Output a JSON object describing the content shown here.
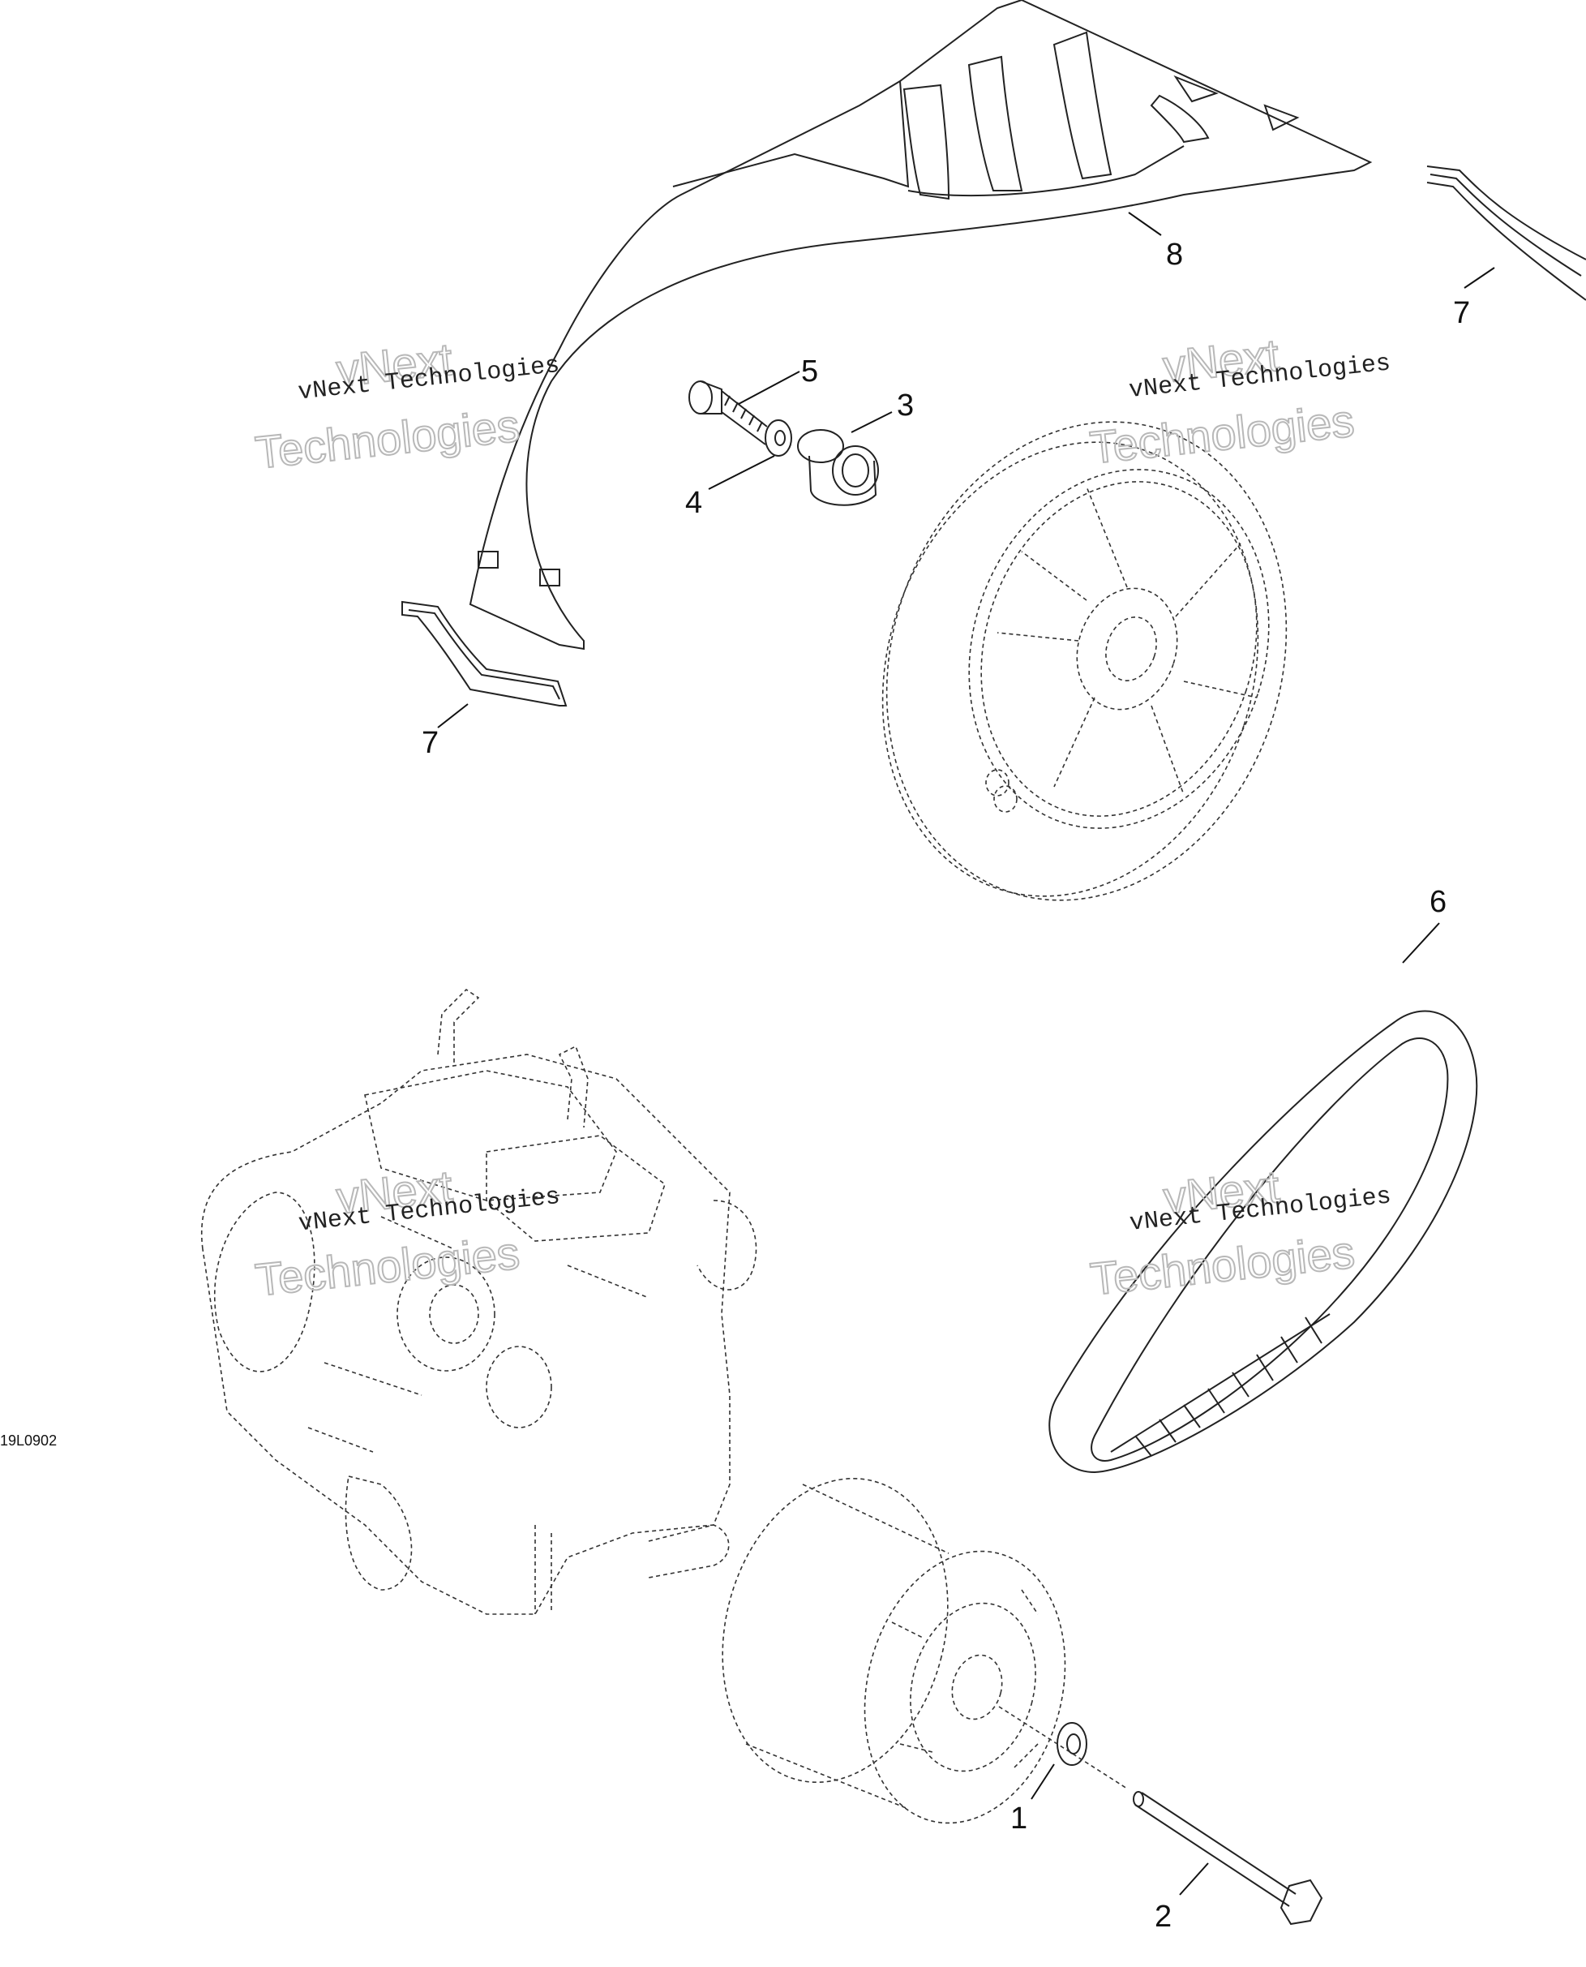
{
  "diagram_code": "19L0902",
  "watermark": {
    "line_primary": "vNext Technologies",
    "line_secondary_top": "vNext",
    "line_secondary_bottom": "Technologies"
  },
  "callouts": [
    {
      "id": "c8",
      "label": "8"
    },
    {
      "id": "c7a",
      "label": "7"
    },
    {
      "id": "c5",
      "label": "5"
    },
    {
      "id": "c3",
      "label": "3"
    },
    {
      "id": "c4",
      "label": "4"
    },
    {
      "id": "c7b",
      "label": "7"
    },
    {
      "id": "c6",
      "label": "6"
    },
    {
      "id": "c1",
      "label": "1"
    },
    {
      "id": "c2",
      "label": "2"
    }
  ]
}
